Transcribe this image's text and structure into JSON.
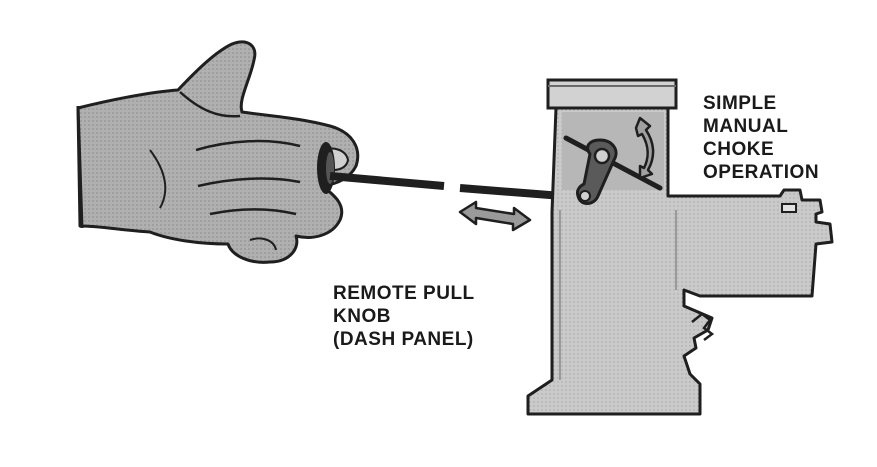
{
  "labels": {
    "choke": [
      "SIMPLE",
      "MANUAL",
      "CHOKE",
      "OPERATION"
    ],
    "knob": [
      "REMOTE PULL",
      "KNOB",
      "(DASH PANEL)"
    ]
  },
  "colors": {
    "ink": "#1f1f1f",
    "skin": "#a6a6a6",
    "body": "#c4c4c4",
    "body_dark": "#8f8f8f",
    "background": "#ffffff"
  },
  "icons": {
    "hand": "hand-illustration",
    "choke_lever": "lever-icon",
    "motion_arrow": "double-arrow-icon",
    "rotation_arrow": "curved-double-arrow-icon"
  }
}
